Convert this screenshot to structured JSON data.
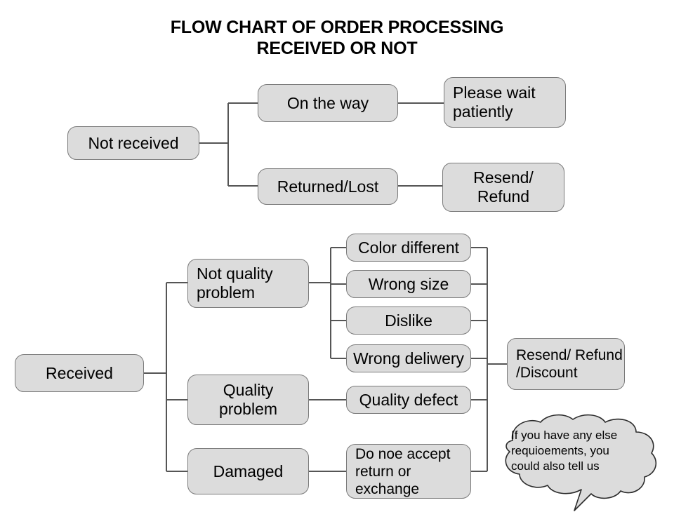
{
  "title": "FLOW CHART OF ORDER PROCESSING\nRECEIVED OR NOT",
  "colors": {
    "node_fill": "#dcdcdc",
    "node_border": "#7a7a7a",
    "line": "#555555",
    "text": "#000000",
    "background": "#ffffff"
  },
  "chart_data": {
    "type": "diagram",
    "title": "FLOW CHART OF ORDER PROCESSING RECEIVED OR NOT",
    "branches": [
      {
        "root": "Not received",
        "children": [
          {
            "label": "On the way",
            "result": "Please wait\npatiently"
          },
          {
            "label": "Returned/Lost",
            "result": "Resend/\nRefund"
          }
        ]
      },
      {
        "root": "Received",
        "children": [
          {
            "label": "Not quality\nproblem",
            "reasons": [
              "Color different",
              "Wrong size",
              "Dislike",
              "Wrong deliwery"
            ]
          },
          {
            "label": "Quality\nproblem",
            "reasons": [
              "Quality defect"
            ]
          },
          {
            "label": "Damaged",
            "reasons": [
              "Do noe accept\nreturn or\nexchange"
            ]
          }
        ],
        "result": "Resend/ Refund\n/Discount"
      }
    ]
  },
  "nodes": {
    "not_received": "Not received",
    "on_the_way": "On the way",
    "please_wait": "Please wait\npatiently",
    "returned_lost": "Returned/Lost",
    "resend_refund": "Resend/\nRefund",
    "received": "Received",
    "not_quality_problem": "Not quality\nproblem",
    "quality_problem": "Quality\nproblem",
    "damaged": "Damaged",
    "color_different": "Color different",
    "wrong_size": "Wrong size",
    "dislike": "Dislike",
    "wrong_deliwery": "Wrong deliwery",
    "quality_defect": "Quality defect",
    "do_not_accept": "Do noe accept\nreturn or\nexchange",
    "resend_refund_discount": "Resend/ Refund\n/Discount"
  },
  "callout": {
    "text": "If you have any else\nrequioements, you\ncould also tell us"
  }
}
